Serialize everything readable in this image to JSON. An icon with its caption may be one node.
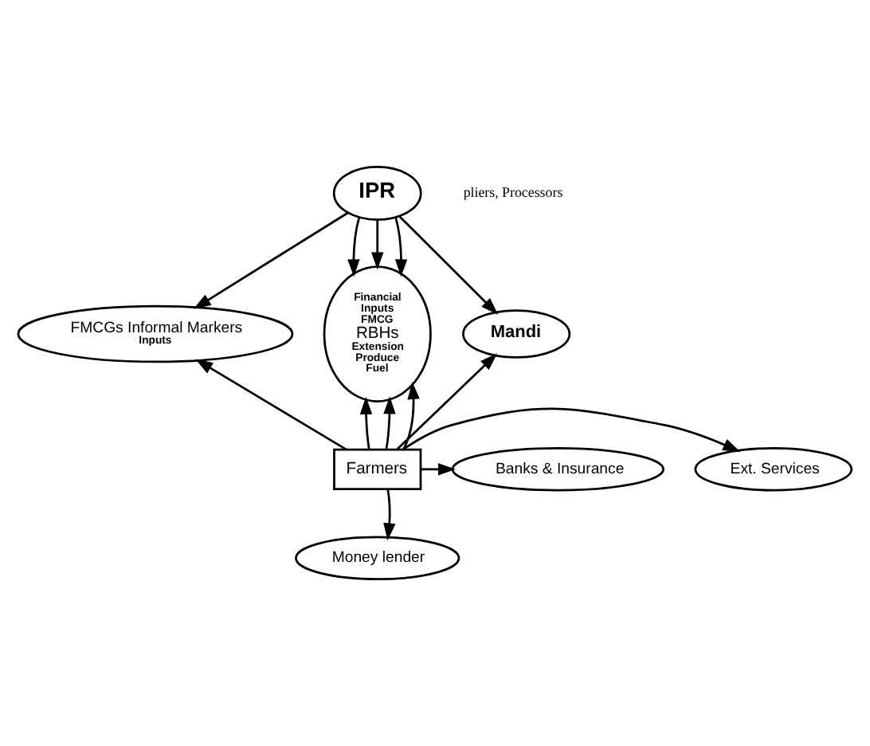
{
  "diagram": {
    "nodes": [
      {
        "text": [
          "IPR"
        ]
      },
      {
        "text": [
          "FMCGs Informal Markers",
          "Inputs"
        ]
      },
      {
        "text": [
          "Financial",
          "Inputs",
          "FMCG",
          "RBHs",
          "Extension",
          "Produce",
          "Fuel"
        ]
      },
      {
        "text": [
          "Mandi"
        ]
      },
      {
        "text": [
          "Ext. Services"
        ]
      },
      {
        "text": [
          "Farmers"
        ]
      },
      {
        "text": [
          "Banks & Insurance"
        ]
      },
      {
        "text": [
          "Money lender"
        ]
      }
    ],
    "edges": [
      {
        "from": 0,
        "to": 1,
        "arrow": "to"
      },
      {
        "from": 0,
        "to": 2,
        "arrow": "to"
      },
      {
        "from": 0,
        "to": 2,
        "arrow": "to"
      },
      {
        "from": 0,
        "to": 2,
        "arrow": "to"
      },
      {
        "from": 0,
        "to": 3,
        "arrow": "to"
      },
      {
        "from": 5,
        "to": 1,
        "arrow": "to"
      },
      {
        "from": 5,
        "to": 2,
        "arrow": "to"
      },
      {
        "from": 5,
        "to": 2,
        "arrow": "to"
      },
      {
        "from": 5,
        "to": 2,
        "arrow": "to"
      },
      {
        "from": 5,
        "to": 3,
        "arrow": "to"
      },
      {
        "from": 5,
        "to": 4,
        "arrow": "to"
      },
      {
        "from": 5,
        "to": 6,
        "arrow": "to"
      },
      {
        "from": 5,
        "to": 7,
        "arrow": "to"
      }
    ],
    "labels": [
      "pliers, Processors"
    ]
  }
}
